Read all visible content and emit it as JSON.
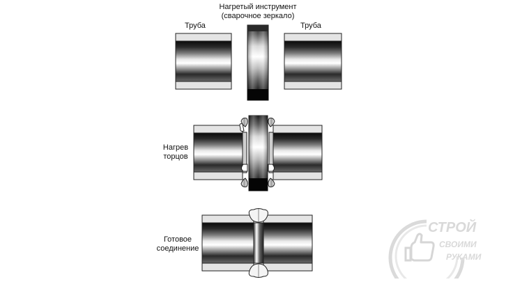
{
  "labels": {
    "heated_tool_line1": "Нагретый инструмент",
    "heated_tool_line2": "(сварочное зеркало)",
    "pipe_left": "Труба",
    "pipe_right": "Труба",
    "heating_line1": "Нагрев",
    "heating_line2": "торцов",
    "finished_line1": "Готовое",
    "finished_line2": "соединение"
  },
  "watermark": {
    "brand_top": "СТРОЙ",
    "brand_mid": "СВОИМИ",
    "brand_bottom": "РУКАМИ",
    "icon": "thumbs-up-icon"
  },
  "colors": {
    "outline": "#222222",
    "wall": "#e4e4e4",
    "dark": "#111111",
    "light": "#fafafa",
    "watermark": "#d0d0d0"
  }
}
